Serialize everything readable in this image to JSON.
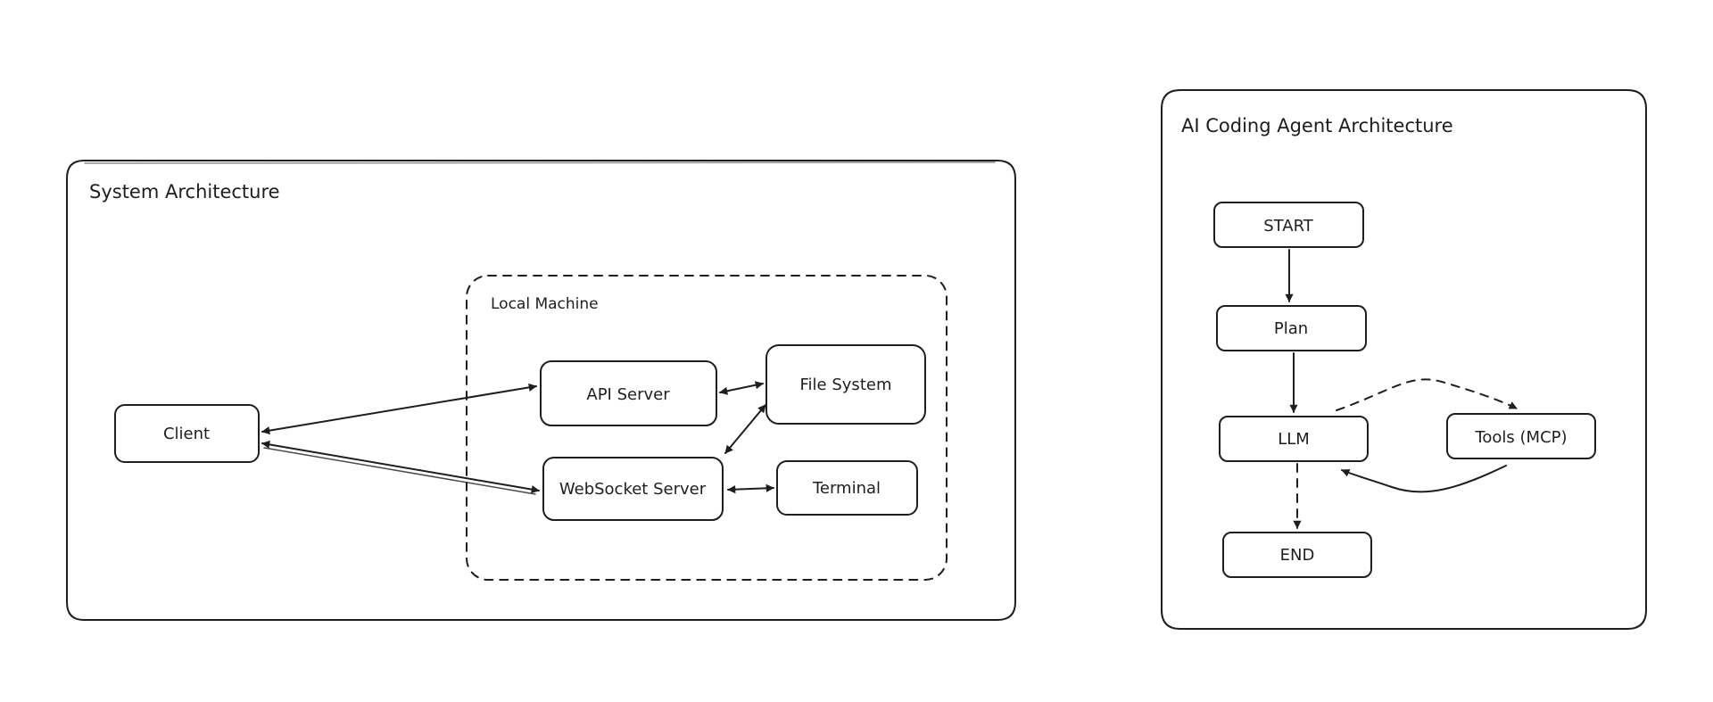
{
  "colors": {
    "ink": "#1e1e1e",
    "background": "#ffffff"
  },
  "system_architecture": {
    "title": "System Architecture",
    "local_machine": {
      "title": "Local Machine"
    },
    "nodes": {
      "client": "Client",
      "api_server": "API Server",
      "file_system": "File System",
      "websocket_server": "WebSocket Server",
      "terminal": "Terminal"
    }
  },
  "agent_architecture": {
    "title": "AI Coding Agent Architecture",
    "nodes": {
      "start": "START",
      "plan": "Plan",
      "llm": "LLM",
      "tools": "Tools (MCP)",
      "end": "END"
    }
  }
}
